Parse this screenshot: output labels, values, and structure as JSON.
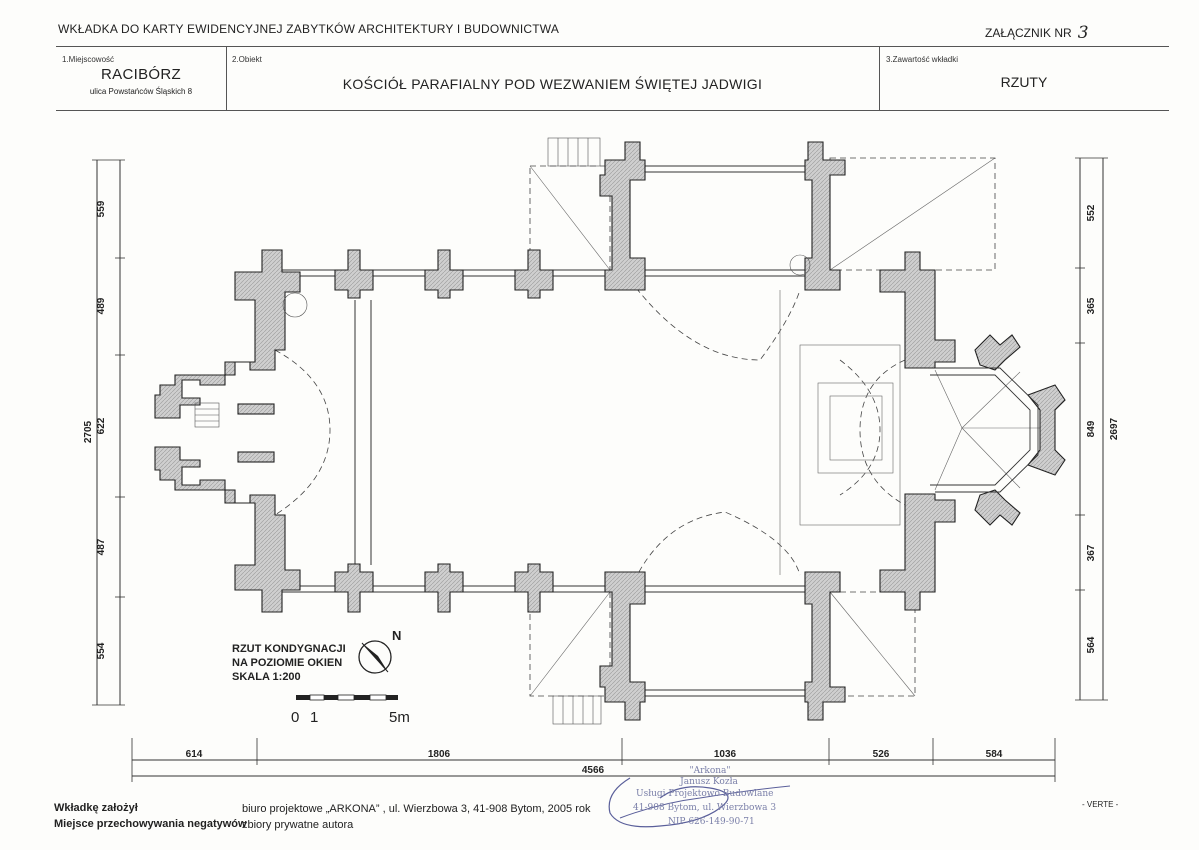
{
  "header": {
    "title": "WKŁADKA DO KARTY EWIDENCYJNEJ ZABYTKÓW ARCHITEKTURY I BUDOWNICTWA",
    "annex_label": "ZAŁĄCZNIK NR",
    "annex_number": "3"
  },
  "fields": {
    "location_label": "1.Miejscowość",
    "location": "RACIBÓRZ",
    "street": "ulica Powstańców Śląskich 8",
    "object_label": "2.Obiekt",
    "object": "KOŚCIÓŁ PARAFIALNY POD WEZWANIEM ŚWIĘTEJ JADWIGI",
    "content_label": "3.Zawartość wkładki",
    "content": "RZUTY"
  },
  "plan": {
    "caption_1": "RZUT KONDYGNACJI",
    "caption_2": "NA POZIOMIE OKIEN",
    "scale": "SKALA 1:200",
    "north": "N",
    "scale_0": "0",
    "scale_1": "1",
    "scale_5": "5m",
    "dims_left": [
      "559",
      "489",
      "622",
      "487",
      "554"
    ],
    "dim_left_total": "2705",
    "dims_right": [
      "552",
      "365",
      "849",
      "367",
      "564"
    ],
    "dim_right_total": "2697",
    "dims_bottom": [
      "614",
      "1806",
      "1036",
      "526",
      "584"
    ],
    "dim_bottom_total": "4566"
  },
  "stamp": {
    "line1": "\"Arkona\"",
    "line2": "Janusz Kozła",
    "line3": "Usługi Projektowo Budowlane",
    "line4": "41-908 Bytom, ul. Wierzbowa 3",
    "line5": "NIP 626-149-90-71"
  },
  "footer": {
    "founded_label": "Wkładkę założył",
    "founded_value": "biuro projektowe „ARKONA” , ul. Wierzbowa 3, 41-908 Bytom, 2005 rok",
    "negatives_label": "Miejsce przechowywania negatywów",
    "negatives_value": "zbiory prywatne autora",
    "verte": "- VERTE -"
  },
  "colors": {
    "wall_fill": "#c9c9c9",
    "line": "#333333",
    "stamp": "#5a5f9a"
  }
}
